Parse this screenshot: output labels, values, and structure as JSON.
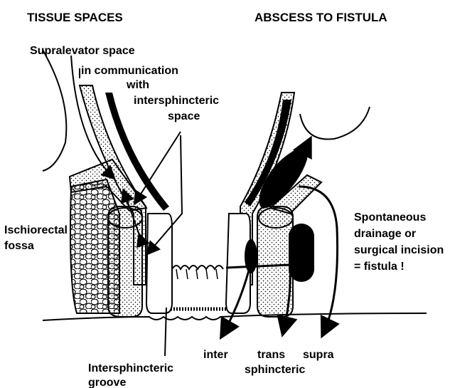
{
  "headings": {
    "left": "TISSUE SPACES",
    "right": "ABSCESS TO FISTULA"
  },
  "labels": {
    "supralevator_line1": "Supralevator space",
    "supralevator_line2": "in communication",
    "supralevator_line3": "with",
    "supralevator_line4": "intersphincteric",
    "supralevator_line5": "space",
    "ischiorectal_line1": "Ischiorectal",
    "ischiorectal_line2": "fossa",
    "groove_line1": "Intersphincteric",
    "groove_line2": "groove",
    "drainage_line1": "Spontaneous",
    "drainage_line2": "drainage or",
    "drainage_line3": "surgical incision",
    "drainage_line4": "= fistula !",
    "fistula_inter": "inter",
    "fistula_trans": "trans",
    "fistula_supra": "supra",
    "fistula_sphincteric": "sphincteric"
  },
  "colors": {
    "ink": "#000000",
    "paper": "#ffffff",
    "stipple": "#000000"
  }
}
